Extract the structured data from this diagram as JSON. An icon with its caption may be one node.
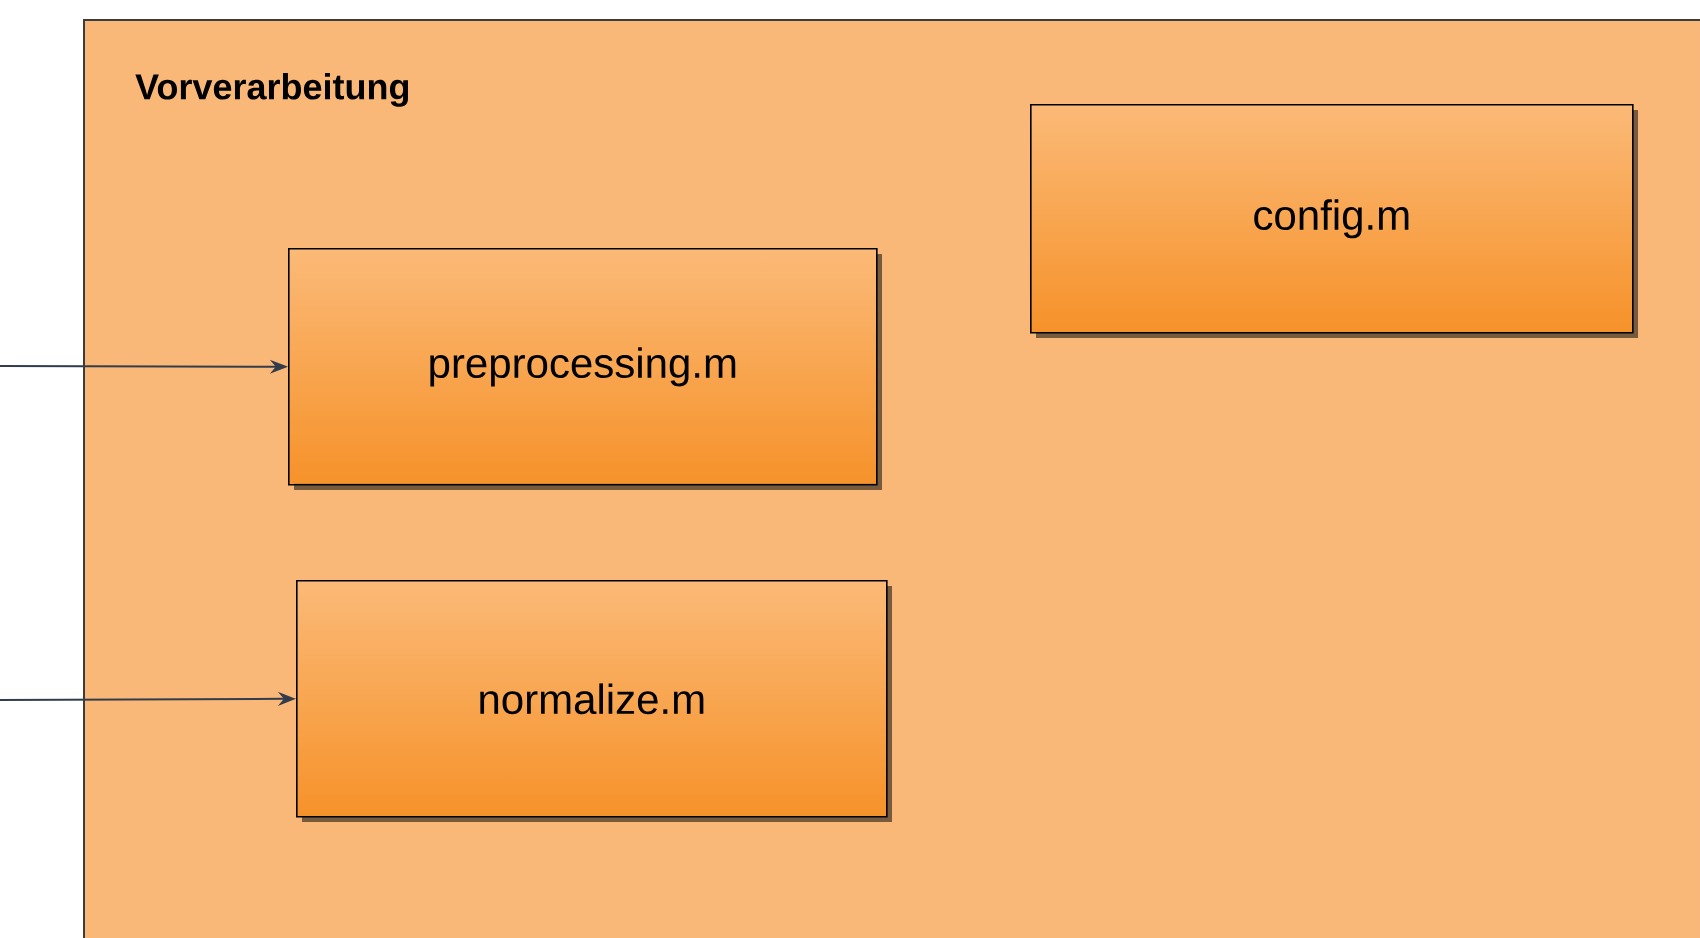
{
  "diagram": {
    "nodes": [
      {
        "text": [
          "Vorverarbeitung"
        ]
      },
      {
        "text": [
          "preprocessing.m"
        ],
        "in": 0
      },
      {
        "text": [
          "normalize.m"
        ],
        "in": 0
      },
      {
        "text": [
          "config.m"
        ],
        "in": 0
      }
    ],
    "edges": [
      {
        "from": null,
        "to": 1,
        "arrow": "to"
      },
      {
        "from": null,
        "to": 2,
        "arrow": "to"
      }
    ]
  }
}
